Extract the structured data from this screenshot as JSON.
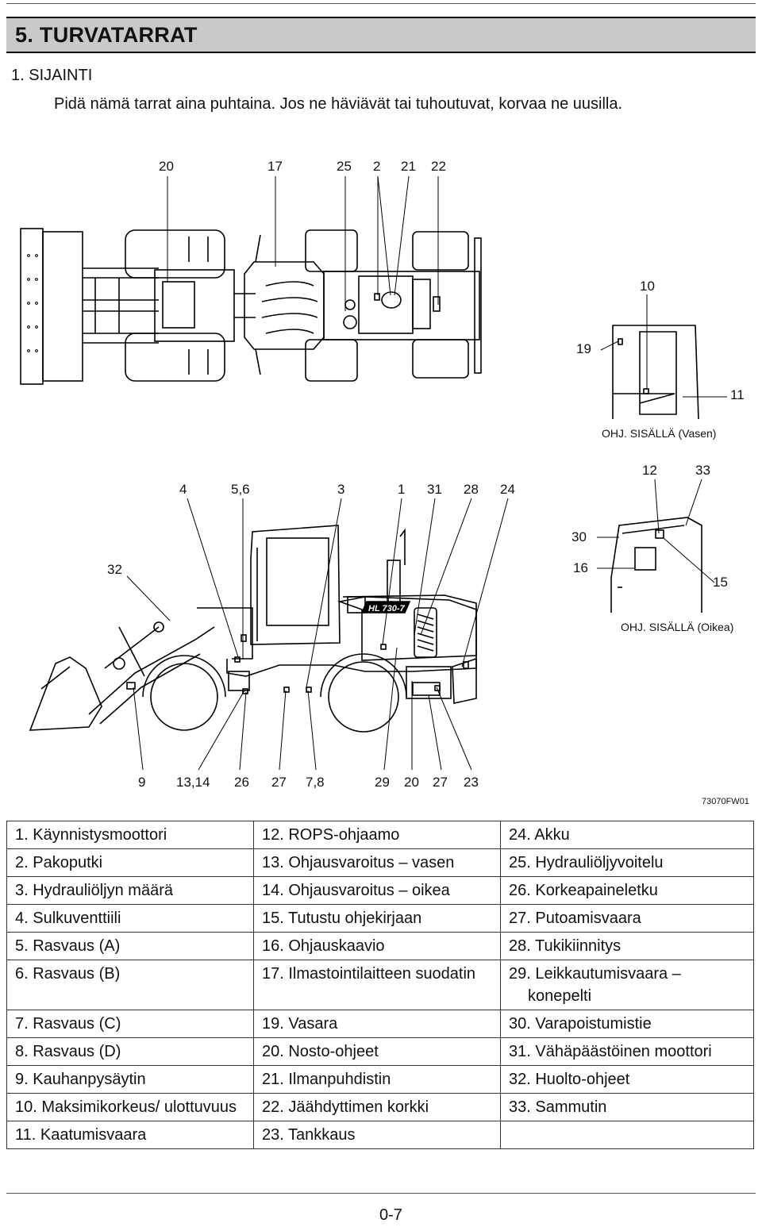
{
  "chapter_title": "5. TURVATARRAT",
  "section_title": "1.  SIJAINTI",
  "intro": "Pidä nämä tarrat aina puhtaina. Jos ne häviävät tai tuhoutuvat, korvaa ne uusilla.",
  "top_view_labels": [
    "20",
    "17",
    "25",
    "2",
    "21",
    "22"
  ],
  "cab_left_labels": {
    "n10": "10",
    "n19": "19",
    "n11": "11",
    "caption": "OHJ. SISÄLLÄ (Vasen)"
  },
  "side_view_top_labels": [
    "4",
    "5,6",
    "3",
    "1",
    "31",
    "28",
    "24"
  ],
  "side_view_left_label": "32",
  "cab_right_labels": {
    "n12": "12",
    "n33": "33",
    "n30": "30",
    "n16": "16",
    "n15": "15",
    "caption": "OHJ. SISÄLLÄ (Oikea)"
  },
  "side_view_bottom_labels": [
    "9",
    "13,14",
    "26",
    "27",
    "7,8",
    "29",
    "20",
    "27",
    "23"
  ],
  "figure_code": "73070FW01",
  "legend_rows": [
    [
      "1. Käynnistysmoottori",
      "12. ROPS-ohjaamo",
      "24. Akku"
    ],
    [
      "2. Pakoputki",
      "13. Ohjausvaroitus – vasen",
      "25. Hydrauliöljyvoitelu"
    ],
    [
      "3. Hydrauliöljyn määrä",
      "14. Ohjausvaroitus – oikea",
      "26. Korkeapaineletku"
    ],
    [
      "4. Sulkuventtiili",
      "15. Tutustu ohjekirjaan",
      "27. Putoamisvaara"
    ],
    [
      "5. Rasvaus (A)",
      "16. Ohjauskaavio",
      "28. Tukikiinnitys"
    ],
    [
      "6. Rasvaus (B)",
      "17. Ilmastointilaitteen suodatin",
      "29. Leikkautumisvaara – konepelti"
    ],
    [
      "7. Rasvaus (C)",
      "19. Vasara",
      "30. Varapoistumistie"
    ],
    [
      "8. Rasvaus (D)",
      "20. Nosto-ohjeet",
      "31. Vähäpäästöinen moottori"
    ],
    [
      "9. Kauhanpysäytin",
      "21. Ilmanpuhdistin",
      "32. Huolto-ohjeet"
    ],
    [
      "10. Maksimikorkeus/ ulottuvuus",
      "22. Jäähdyttimen korkki",
      "33. Sammutin"
    ],
    [
      "11. Kaatumisvaara",
      "23. Tankkaus",
      ""
    ]
  ],
  "page_number": "0-7"
}
